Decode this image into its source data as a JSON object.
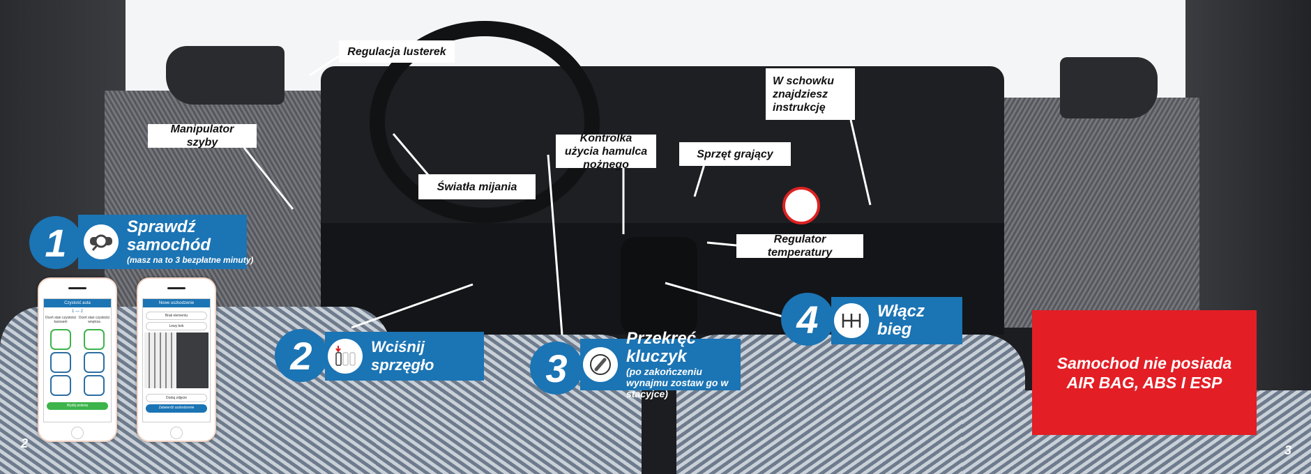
{
  "labels": {
    "mirrors": "Regulacja lusterek",
    "window": "Manipulator szyby",
    "lights": "Światła mijania",
    "brake_light": "Kontrolka użycia hamulca nożnego",
    "audio": "Sprzęt grający",
    "manual": "W schowku znajdziesz instrukcję",
    "temperature": "Regulator temperatury"
  },
  "steps": [
    {
      "number": "1",
      "title": "Sprawdź samochód",
      "subtitle": "(masz na to 3 bezpłatne minuty)",
      "icon": "car-inspect-icon"
    },
    {
      "number": "2",
      "title": "Wciśnij sprzęgło",
      "icon": "clutch-pedal-icon"
    },
    {
      "number": "3",
      "title": "Przekręć kluczyk",
      "subtitle": "(po zakończeniu wynajmu zostaw go w stacyjce)",
      "icon": "key-turn-icon"
    },
    {
      "number": "4",
      "title": "Włącz bieg",
      "icon": "gear-shift-icon"
    }
  ],
  "phone1": {
    "title": "Czystość auta",
    "step1": "1",
    "step2": "2",
    "col1": "Oceń stan czystości karoserii",
    "col2": "Oceń stan czystości wnętrza",
    "button": "Wyślij ankietę"
  },
  "phone2": {
    "title": "Nowe uszkodzenie",
    "field1": "Brak elementu",
    "field2": "Lewy bok",
    "add_photo": "Dodaj zdjęcie",
    "button": "Zatwierdź uszkodzenie"
  },
  "warning": {
    "line1": "Samochod nie posiada",
    "line2": "AIR BAG, ABS I ESP"
  },
  "page_numbers": {
    "left": "2",
    "right": "3"
  },
  "colors": {
    "step_blue": "#1b74b4",
    "warning_red": "#e31e25"
  }
}
